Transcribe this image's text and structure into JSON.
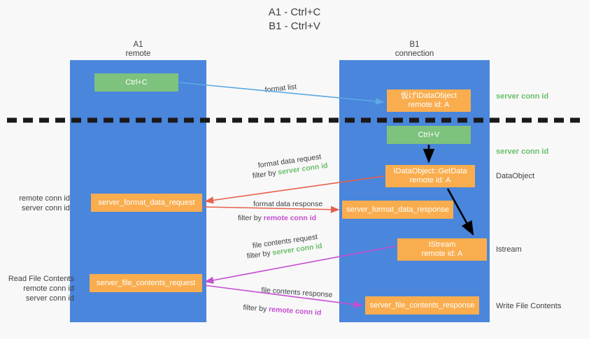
{
  "title": {
    "line1": "A1 - Ctrl+C",
    "line2": "B1 - Ctrl+V"
  },
  "lanes": {
    "left": {
      "name": "A1",
      "role": "remote"
    },
    "right": {
      "name": "B1",
      "role": "connection"
    }
  },
  "boxes": {
    "ctrl_c": "Ctrl+C",
    "ctrl_v": "Ctrl+V",
    "idataobject_title": "仮げIDataObject",
    "idataobject_sub": "remote id: A",
    "getdata_title": "IDataObject::GetData",
    "getdata_sub": "remote id: A",
    "istream_title": "IStream",
    "istream_sub": "remote id: A",
    "server_format_data_request": "server_format_data_request",
    "server_format_data_response": "server_format_data_response",
    "server_file_contents_request": "server_file_contents_request",
    "server_file_contents_response": "server_file_contents_response"
  },
  "arrow_labels": {
    "format_list": "format list",
    "format_data_request": "format data request",
    "filter_by": "filter by",
    "server_conn_id": "server conn id",
    "format_data_response": "format data response",
    "remote_conn_id": "remote conn id",
    "file_contents_request": "file contents request",
    "file_contents_response": "file contents response"
  },
  "annotations": {
    "server_conn_id": "server conn id",
    "remote_conn_id": "remote conn id",
    "dataobject": "DataObject",
    "istream": "Istream",
    "write_file_contents": "Write File Contents",
    "read_file_contents": "Read File Contents"
  },
  "colors": {
    "lane_blue": "#4a86db",
    "box_green": "#7dc27d",
    "box_orange": "#f9ad4e",
    "accent_green_text": "#6bbf6b",
    "accent_magenta_text": "#c44fd0",
    "arrow_blue": "#5aa9e6",
    "arrow_red": "#e8604c",
    "arrow_magenta": "#c44fd0",
    "arrow_black": "#000000",
    "divider": "#1a1a1a",
    "background": "#f8f8f8"
  }
}
